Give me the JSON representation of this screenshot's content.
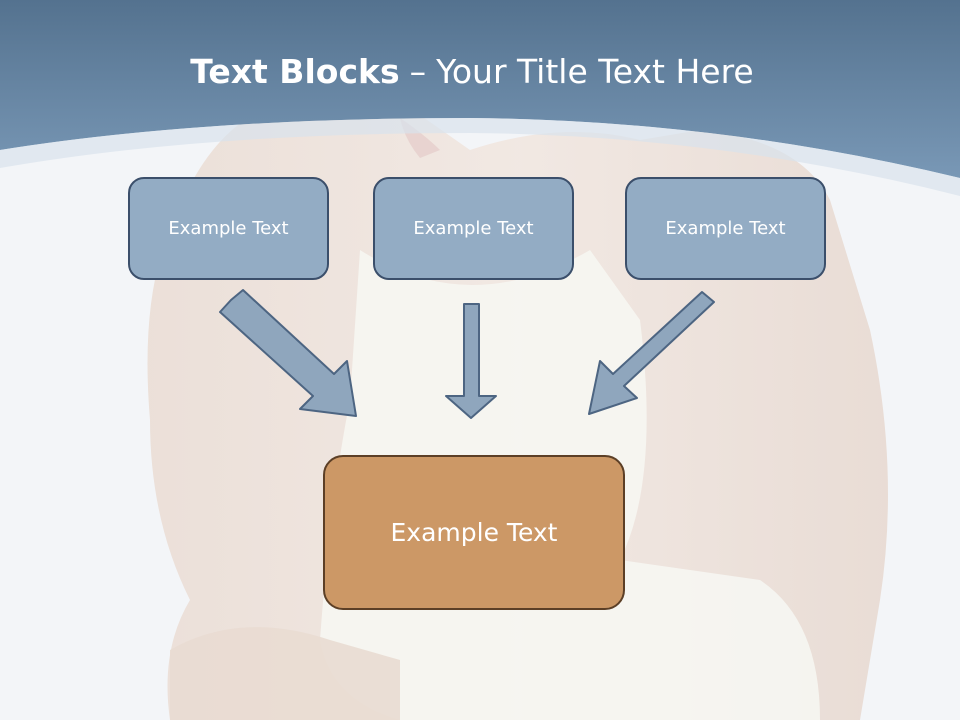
{
  "slide": {
    "title_bold": "Text Blocks",
    "title_dash": "–",
    "title_rest": "Your Title Text Here"
  },
  "diagram": {
    "top_boxes": [
      {
        "label": "Example Text"
      },
      {
        "label": "Example Text"
      },
      {
        "label": "Example Text"
      }
    ],
    "center_box": {
      "label": "Example Text"
    }
  },
  "colors": {
    "header_band": "#5f7f9f",
    "top_box_fill": "#93acc4",
    "top_box_border": "#3b4f6b",
    "center_box_fill": "#cc9866",
    "center_box_border": "#5c3f26",
    "arrow_fill": "#8fa6bd",
    "arrow_stroke": "#4d6582"
  }
}
